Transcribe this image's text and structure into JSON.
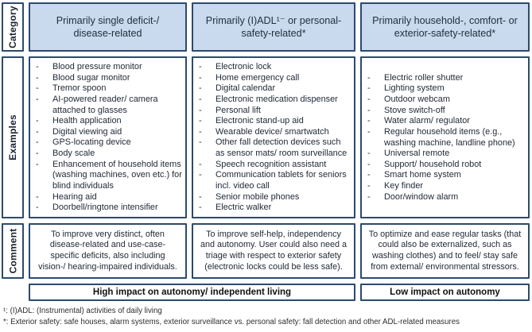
{
  "row_labels": {
    "category": "Category",
    "examples": "Examples",
    "comment": "Comment"
  },
  "columns": [
    {
      "header": "Primarily single deficit-/ disease-related",
      "examples": [
        "Blood pressure monitor",
        "Blood sugar monitor",
        "Tremor spoon",
        "AI-powered reader/ camera attached to glasses",
        "Health application",
        "Digital viewing aid",
        "GPS-locating device",
        "Body scale",
        "Enhancement of household items (washing machines, oven etc.) for blind individuals",
        "Hearing aid",
        "Doorbell/ringtone intensifier"
      ],
      "comment": "To improve very distinct, often disease-related and use-case-specific deficits, also including vision-/ hearing-impaired individuals."
    },
    {
      "header": "Primarily (I)ADL¹⁻ or personal-safety-related*",
      "examples": [
        "Electronic lock",
        "Home emergency call",
        "Digital calendar",
        "Electronic medication dispenser",
        "Personal lift",
        "Electronic stand-up aid",
        "Wearable device/ smartwatch",
        "Other fall detection devices such as sensor mats/ room surveillance",
        "Speech recognition assistant",
        "Communication tablets for seniors incl. video call",
        "Senior mobile phones",
        "Electric walker"
      ],
      "comment": "To improve self-help, independency and autonomy. User could also need a triage with respect to exterior safety (electronic locks could be less safe)."
    },
    {
      "header": "Primarily household-, comfort- or exterior-safety-related*",
      "examples": [
        "Electric roller shutter",
        "Lighting system",
        "Outdoor webcam",
        "Stove switch-off",
        "Water alarm/ regulator",
        "Regular household items (e.g., washing machine, landline phone)",
        "Universal remote",
        "Support/ household robot",
        "Smart home system",
        "Key finder",
        "Door/window alarm"
      ],
      "comment": "To optimize and ease regular tasks (that could also be externalized, such as washing clothes) and to feel/ stay safe from external/ environmental stressors."
    }
  ],
  "bullet_char": "-",
  "impact": {
    "high": "High impact on autonomy/ independent living",
    "low": "Low impact on autonomy"
  },
  "footnotes": [
    "¹: (I)ADL: (Instrumental) activities of daily living",
    "*: Exterior safety: safe houses, alarm systems, exterior surveillance vs. personal safety: fall detection and other ADL-related measures"
  ],
  "colors": {
    "border": "#2b4a70",
    "header_fill": "#c9daee",
    "text": "#222b38"
  }
}
